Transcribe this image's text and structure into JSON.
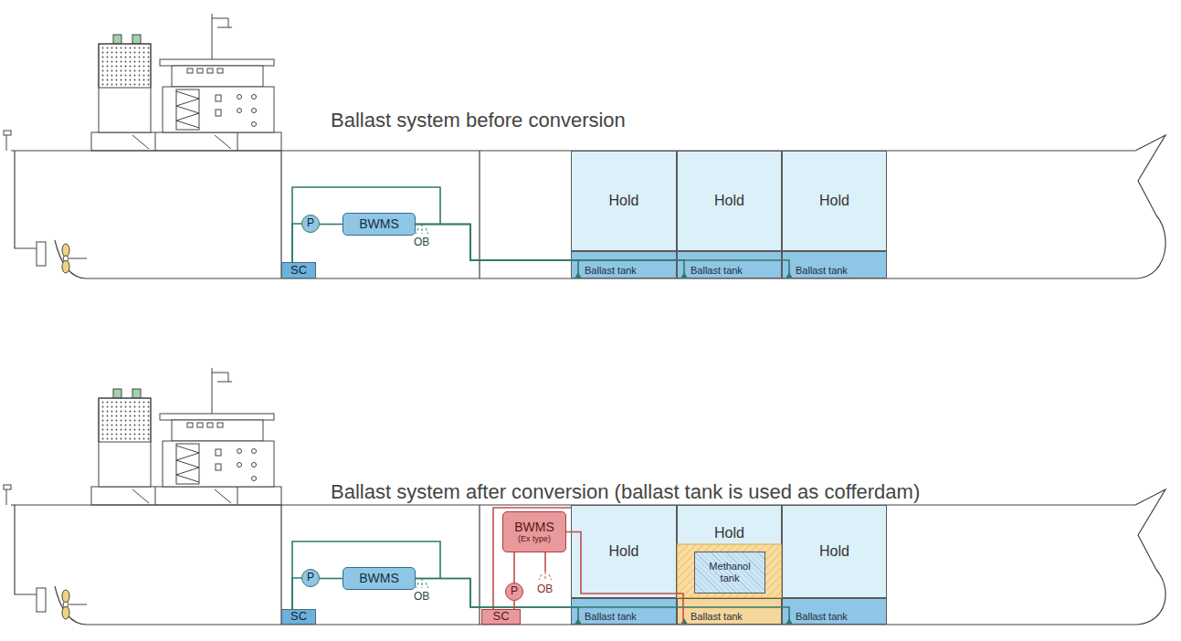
{
  "diagram": {
    "nodes": [
      {
        "text": [
          "SC"
        ]
      },
      {
        "text": [
          "P"
        ]
      },
      {
        "text": [
          "BWMS"
        ]
      },
      {
        "text": [
          "Hold"
        ]
      },
      {
        "text": [
          "Hold"
        ]
      },
      {
        "text": [
          "Hold"
        ]
      },
      {
        "text": [
          "Ballast tank"
        ]
      },
      {
        "text": [
          "Ballast tank"
        ]
      },
      {
        "text": [
          "Ballast tank"
        ]
      },
      {
        "text": [
          "SC"
        ]
      },
      {
        "text": [
          "P"
        ]
      },
      {
        "text": [
          "BWMS"
        ]
      },
      {
        "text": [
          "SC"
        ]
      },
      {
        "text": [
          "P"
        ]
      },
      {
        "text": [
          "BWMS",
          "(Ex type)"
        ]
      },
      {
        "text": [
          "Hold"
        ]
      },
      {
        "text": [
          "Hold"
        ]
      },
      {
        "text": [
          "Methanol tank"
        ],
        "in": 16
      },
      {
        "text": [
          "Hold"
        ]
      },
      {
        "text": [
          "Ballast tank"
        ]
      },
      {
        "text": [
          "Ballast tank"
        ]
      },
      {
        "text": [
          "Ballast tank"
        ]
      }
    ],
    "edges": [
      {
        "from": 0,
        "to": 1,
        "arrow": "none"
      },
      {
        "from": 1,
        "to": 2,
        "arrow": "none"
      },
      {
        "from": 2,
        "to": 6,
        "arrow": "none"
      },
      {
        "from": 2,
        "to": 7,
        "arrow": "none"
      },
      {
        "from": 2,
        "to": 8,
        "arrow": "none"
      },
      {
        "from": 9,
        "to": 10,
        "arrow": "none"
      },
      {
        "from": 10,
        "to": 11,
        "arrow": "none"
      },
      {
        "from": 11,
        "to": 19,
        "arrow": "none"
      },
      {
        "from": 11,
        "to": 21,
        "arrow": "none"
      },
      {
        "from": 12,
        "to": 13,
        "arrow": "none"
      },
      {
        "from": 13,
        "to": 14,
        "arrow": "none"
      },
      {
        "from": 14,
        "to": 20,
        "arrow": "none"
      }
    ],
    "labels": [
      "Ballast system before conversion",
      "OB",
      "Ballast system after conversion (ballast tank is used as cofferdam)",
      "OB",
      "OB"
    ]
  }
}
